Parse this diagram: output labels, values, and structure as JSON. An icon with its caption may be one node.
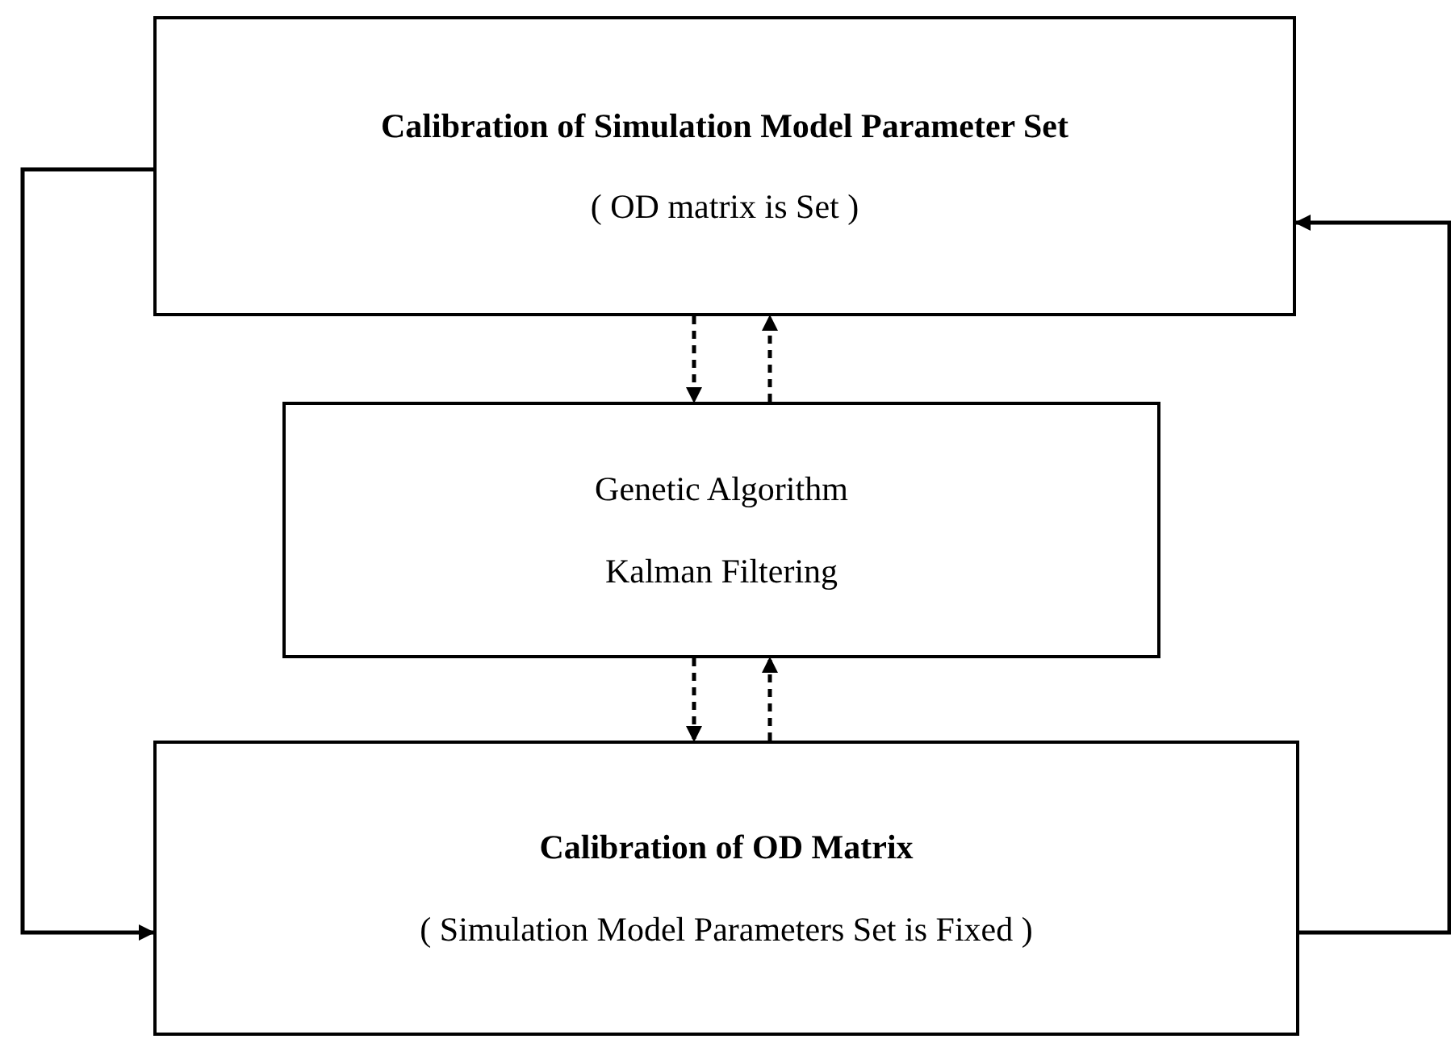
{
  "diagram": {
    "nodes": [
      {
        "text": [
          "Calibration of Simulation Model Parameter Set",
          "( OD matrix is Set )"
        ]
      },
      {
        "text": [
          "Genetic Algorithm",
          "Kalman Filtering"
        ]
      },
      {
        "text": [
          "Calibration of OD Matrix",
          "( Simulation Model Parameters Set is Fixed )"
        ]
      }
    ],
    "edges": [
      {
        "from": 0,
        "to": 2,
        "arrow": "to"
      },
      {
        "from": 2,
        "to": 0,
        "arrow": "to"
      },
      {
        "from": 0,
        "to": 1,
        "arrow": "to",
        "style": "dashed"
      },
      {
        "from": 1,
        "to": 0,
        "arrow": "to",
        "style": "dashed"
      },
      {
        "from": 1,
        "to": 2,
        "arrow": "to",
        "style": "dashed"
      },
      {
        "from": 2,
        "to": 1,
        "arrow": "to",
        "style": "dashed"
      }
    ]
  }
}
